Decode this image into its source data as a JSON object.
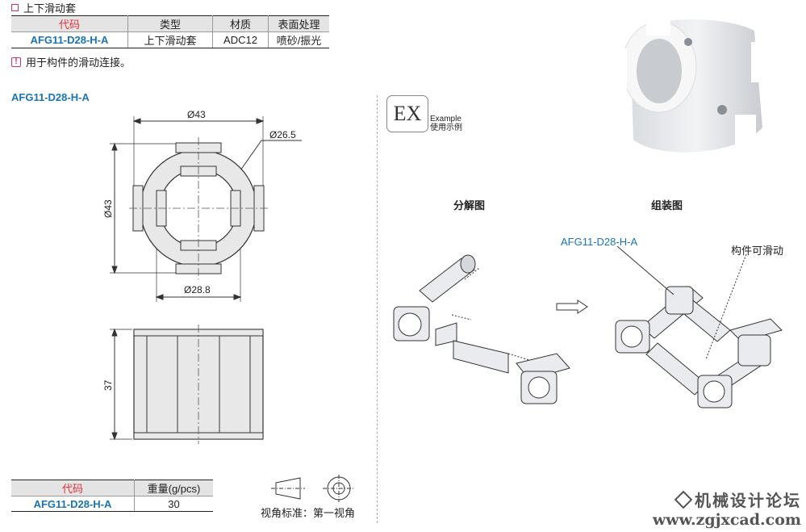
{
  "section_title": "上下滑动套",
  "spec_table": {
    "headers": [
      "代码",
      "类型",
      "材质",
      "表面处理"
    ],
    "row": [
      "AFG11-D28-H-A",
      "上下滑动套",
      "ADC12",
      "喷砂/振光"
    ]
  },
  "note": "用于构件的滑动连接。",
  "part_title": "AFG11-D28-H-A",
  "drawing": {
    "dim_outer": "Ø43",
    "dim_circle": "Ø26.5",
    "dim_inner": "Ø28.8",
    "dim_height_top": "Ø43",
    "dim_length": "37"
  },
  "weight_table": {
    "headers": [
      "代码",
      "重量(g/pcs)"
    ],
    "row": [
      "AFG11-D28-H-A",
      "30"
    ]
  },
  "projection_label": "视角标准：第一视角",
  "example": {
    "box": "EX",
    "en": "Example",
    "zh": "使用示例"
  },
  "exploded_label": "分解图",
  "assembly_label": "组装图",
  "assembly_part_label": "AFG11-D28-H-A",
  "slide_label": "构件可滑动",
  "watermark": {
    "cn": "机械设计论坛",
    "url": "www.zgjxcad.com"
  },
  "colors": {
    "accent_red": "#e0323c",
    "accent_blue": "#1a73b8",
    "header_gray": "#e4e4e4"
  }
}
